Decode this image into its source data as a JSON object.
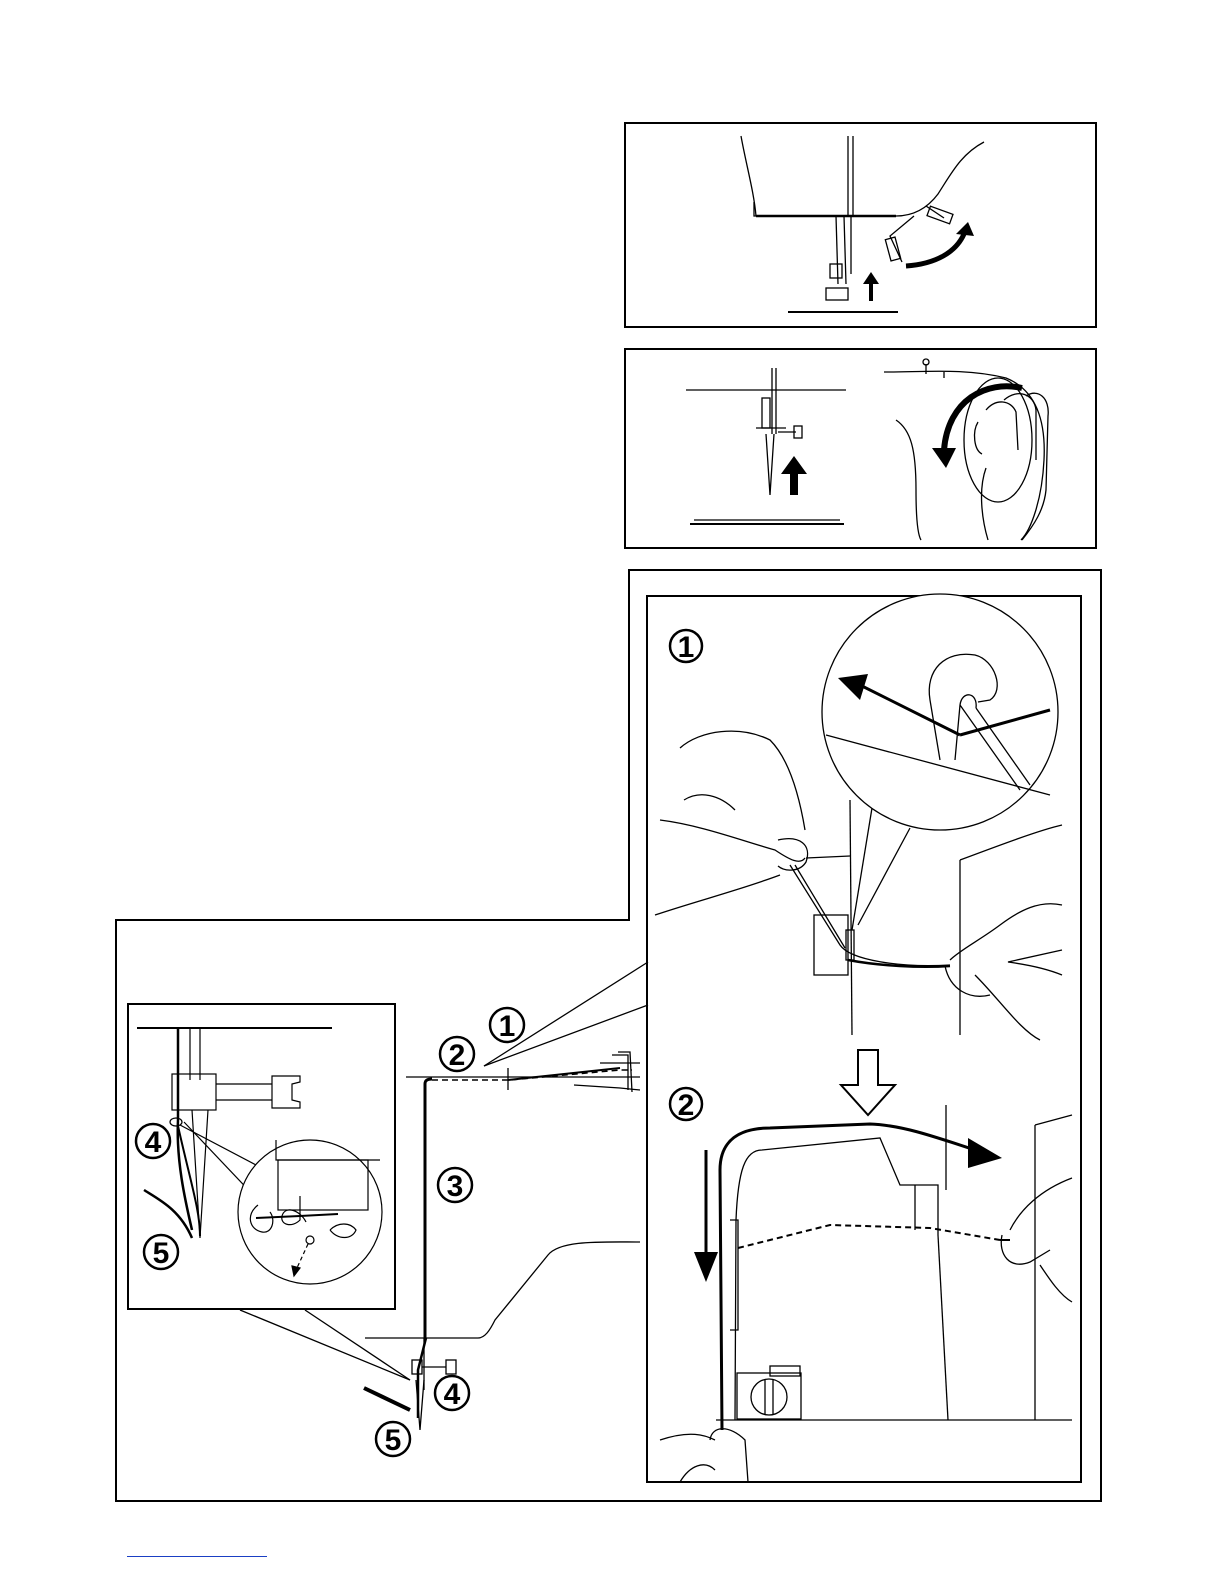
{
  "page": {
    "background": "#ffffff",
    "line_color": "#000000",
    "footer_rule_color": "#1a3fc4"
  },
  "figure_top": {
    "icons": [
      "presser-foot-lever-icon",
      "arrow-up-icon",
      "curved-arrow-icon"
    ]
  },
  "figure_middle": {
    "icons": [
      "needle-bar-icon",
      "arrow-up-icon",
      "handwheel-icon",
      "hand-icon",
      "curved-arrow-icon"
    ]
  },
  "figure_detail": {
    "step_1": "1",
    "step_2": "2"
  },
  "figure_main": {
    "step_1": "1",
    "step_2": "2",
    "step_3": "3",
    "step_4": "4",
    "step_5": "5"
  },
  "figure_needle_inset": {
    "step_4": "4",
    "step_5": "5"
  }
}
